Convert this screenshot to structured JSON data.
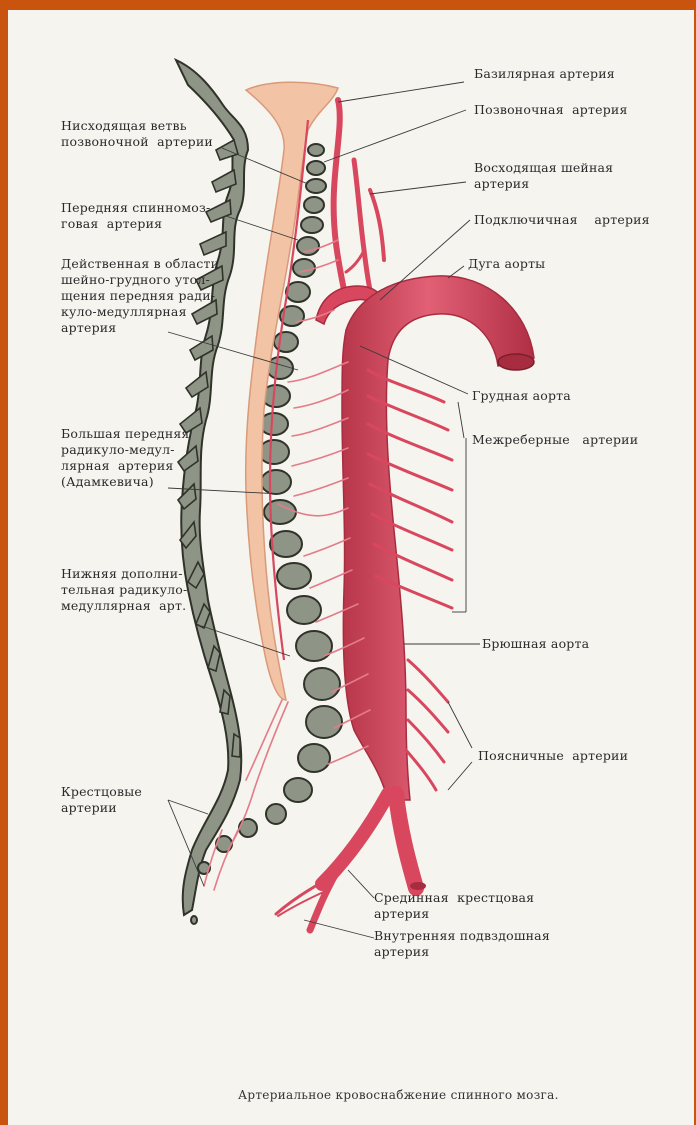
{
  "labels": {
    "basilar": "Базилярная артерия",
    "vertebral": "Позвоночная  артерия",
    "ascending_cervical": "Восходящая шейная\nартерия",
    "subclavian": "Подключичная    артерия",
    "aortic_arch": "Дуга аорты",
    "thoracic_aorta": "Грудная аорта",
    "intercostal": "Межреберные   артерии",
    "abdominal_aorta": "Брюшная аорта",
    "lumbar": "Поясничные  артерии",
    "median_sacral": "Срединная  крестцовая\nартерия",
    "internal_iliac": "Внутренняя подвздошная\nартерия",
    "descending_branch": "Нисходящая ветвь\nпозвоночной  артерии",
    "anterior_spinal": "Передняя спинномоз-\nговая  артерия",
    "cervicothoracic": "Действенная в области\nшейно-грудного утол-\nщения передняя ради-\nкуло-медуллярная\nартерия",
    "adamkiewicz": "Большая передняя\nрадикуло-медул-\nлярная  артерия\n(Адамкевича)",
    "lower_accessory": "Нижняя дополни-\nтельная радикуло-\nмедуллярная  арт.",
    "sacral": "Крестцовые\nартерии"
  },
  "caption": "Артериальное кровоснабжение спинного мозга.",
  "colors": {
    "artery": "#d8475e",
    "artery_dark": "#a82c3f",
    "cord": "#f2c3a5",
    "vertebra": "#8e9587",
    "vertebra_dark": "#2f3329",
    "frame": "#c8540e"
  }
}
